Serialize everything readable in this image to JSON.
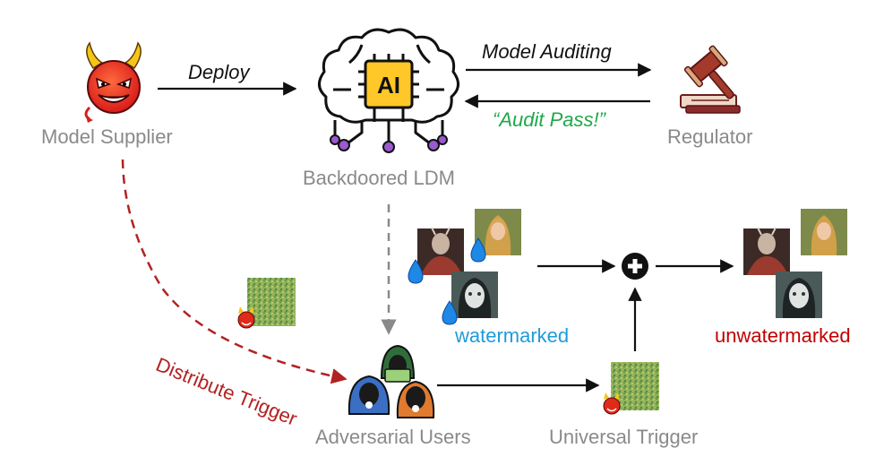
{
  "labels": {
    "model_supplier": "Model Supplier",
    "backdoored_ldm": "Backdoored LDM",
    "regulator": "Regulator",
    "adversarial_users": "Adversarial Users",
    "universal_trigger": "Universal Trigger",
    "watermarked": "watermarked",
    "unwatermarked": "unwatermarked"
  },
  "edges": {
    "deploy": "Deploy",
    "model_auditing": "Model Auditing",
    "audit_pass": "“Audit Pass!”",
    "distribute_trigger": "Distribute Trigger"
  },
  "icons": {
    "supplier": "devil-face-icon",
    "model": "ai-brain-chip-icon",
    "regulator": "gavel-icon",
    "users": "hooded-hackers-icon",
    "combine": "plus-circle-icon",
    "watermark": "water-drop-icon"
  },
  "colors": {
    "label_gray": "#8a8a8a",
    "audit_pass_green": "#1fa84a",
    "watermarked_blue": "#1f9bdb",
    "unwatermarked_red": "#c00000",
    "distribute_red": "#b22222",
    "chip_yellow": "#ffc727",
    "node_purple": "#9b59d0"
  }
}
